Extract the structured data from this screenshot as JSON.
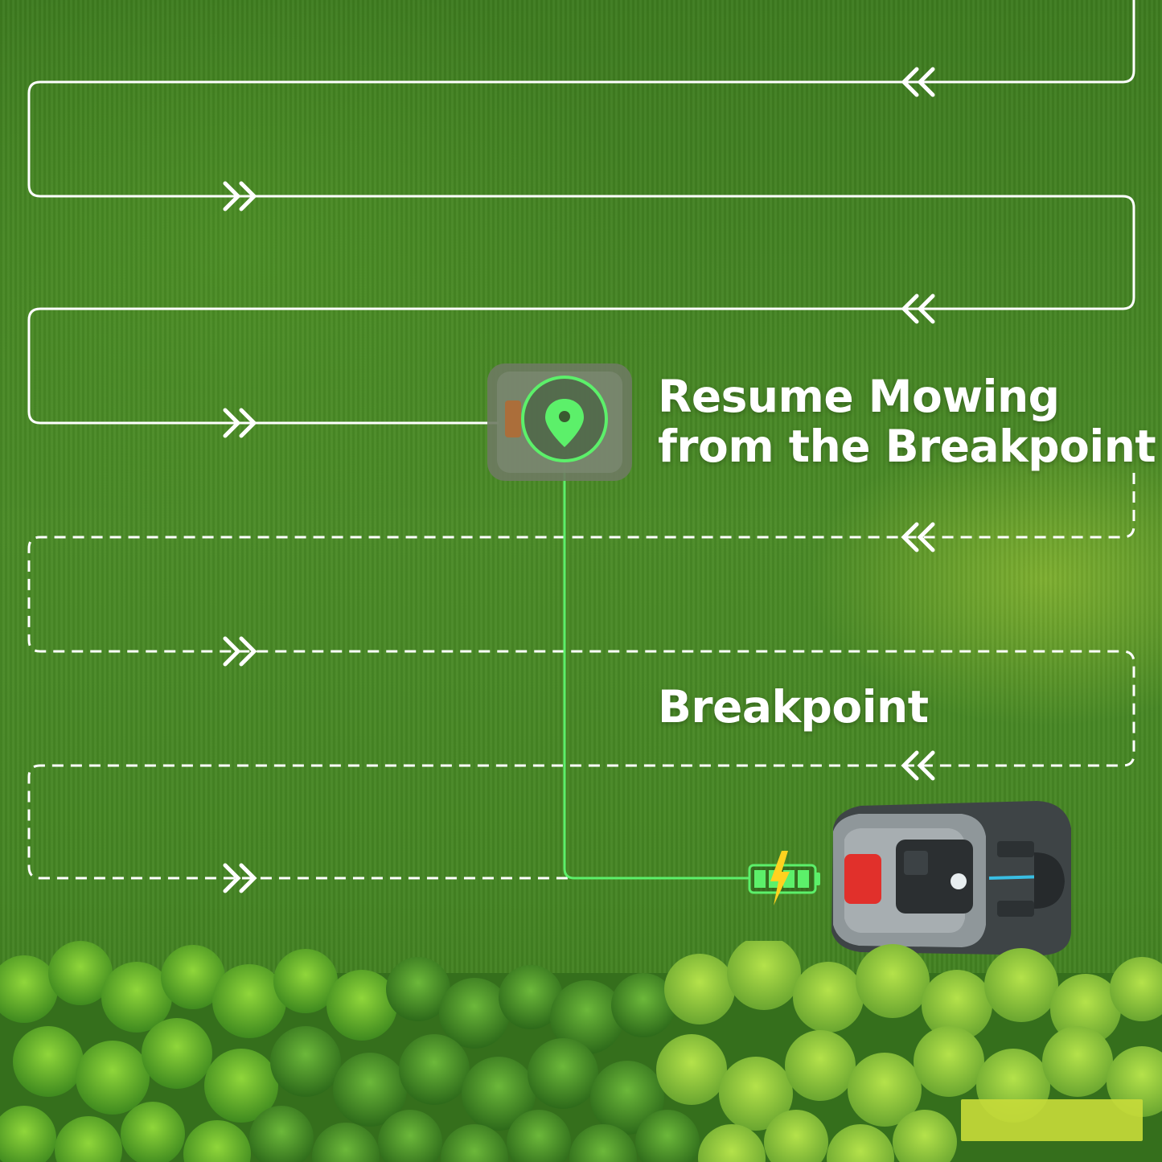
{
  "labels": {
    "resume_line1": "Resume Mowing",
    "resume_line2": "from the Breakpoint",
    "breakpoint": "Breakpoint"
  },
  "colors": {
    "path_line": "#ffffff",
    "return_line": "#5cf06a",
    "battery": "#5cf06a",
    "bolt": "#ffd21f",
    "mower_button": "#e1302b"
  },
  "icons": {
    "pin": "location-pin-icon",
    "battery": "battery-charging-icon",
    "arrows": "double-chevron-icon"
  }
}
